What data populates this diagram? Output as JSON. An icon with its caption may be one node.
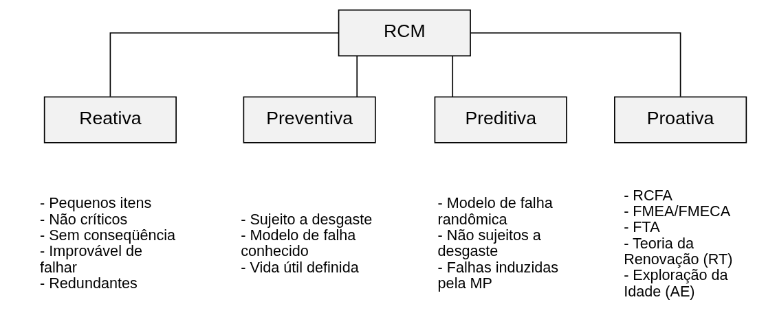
{
  "diagram": {
    "nodes": [
      {
        "text": [
          "RCM"
        ]
      },
      {
        "text": [
          "Reativa"
        ],
        "beside": [
          "- Pequenos itens",
          "- Não críticos",
          "- Sem conseqüência",
          "- Improvável de falhar",
          "- Redundantes"
        ]
      },
      {
        "text": [
          "Preventiva"
        ],
        "beside": [
          "- Sujeito a desgaste",
          "- Modelo de falha conhecido",
          "- Vida útil definida"
        ]
      },
      {
        "text": [
          "Preditiva"
        ],
        "beside": [
          "- Modelo de falha randômica",
          "- Não sujeitos a desgaste",
          "- Falhas induzidas pela MP"
        ]
      },
      {
        "text": [
          "Proativa"
        ],
        "beside": [
          "- RCFA",
          "- FMEA/FMECA",
          "- FTA",
          "- Teoria da Renovação (RT)",
          "- Exploração da Idade (AE)"
        ]
      }
    ],
    "edges": [
      {
        "from": 0,
        "to": 1,
        "arrow": "none"
      },
      {
        "from": 0,
        "to": 2,
        "arrow": "none"
      },
      {
        "from": 0,
        "to": 3,
        "arrow": "none"
      },
      {
        "from": 0,
        "to": 4,
        "arrow": "none"
      }
    ]
  }
}
